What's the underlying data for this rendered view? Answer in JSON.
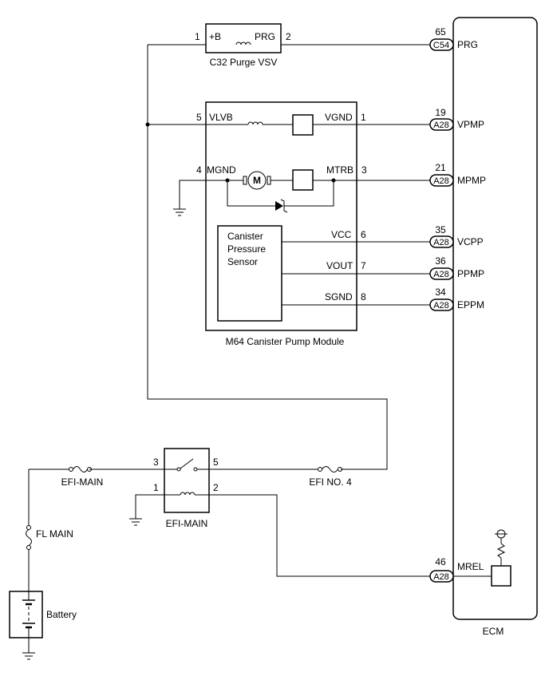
{
  "components": {
    "purge_vsv": {
      "label": "C32 Purge VSV",
      "pin_left_number": "1",
      "pin_left_name": "+B",
      "pin_right_name": "PRG",
      "pin_right_number": "2"
    },
    "canister_module": {
      "label": "M64 Canister Pump Module",
      "sensor_line1": "Canister",
      "sensor_line2": "Pressure",
      "sensor_line3": "Sensor",
      "pins": {
        "p5_num": "5",
        "p5_name": "VLVB",
        "p1_num": "1",
        "p1_name": "VGND",
        "p4_num": "4",
        "p4_name": "MGND",
        "p3_num": "3",
        "p3_name": "MTRB",
        "p6_num": "6",
        "p6_name": "VCC",
        "p7_num": "7",
        "p7_name": "VOUT",
        "p8_num": "8",
        "p8_name": "SGND"
      },
      "motor_symbol": "M"
    },
    "efi_main_relay": {
      "label": "EFI-MAIN",
      "pin3": "3",
      "pin5": "5",
      "pin1": "1",
      "pin2": "2"
    },
    "fuse_efi_main": {
      "label": "EFI-MAIN"
    },
    "fuse_efi_no4": {
      "label": "EFI NO. 4"
    },
    "fuse_fl_main": {
      "label": "FL MAIN"
    },
    "battery": {
      "label": "Battery"
    },
    "ecm": {
      "label": "ECM",
      "terminals": [
        {
          "pin": "65",
          "connector": "C54",
          "name": "PRG"
        },
        {
          "pin": "19",
          "connector": "A28",
          "name": "VPMP"
        },
        {
          "pin": "21",
          "connector": "A28",
          "name": "MPMP"
        },
        {
          "pin": "35",
          "connector": "A28",
          "name": "VCPP"
        },
        {
          "pin": "36",
          "connector": "A28",
          "name": "PPMP"
        },
        {
          "pin": "34",
          "connector": "A28",
          "name": "EPPM"
        },
        {
          "pin": "46",
          "connector": "A28",
          "name": "MREL"
        }
      ]
    }
  }
}
